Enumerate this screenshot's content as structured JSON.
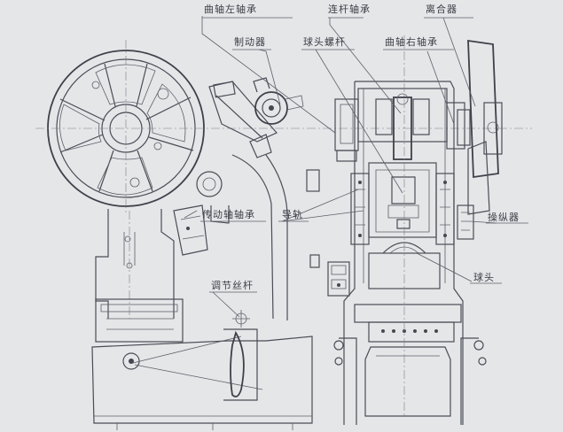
{
  "labels": {
    "crank_left_bearing": "曲轴左轴承",
    "conrod_bearing": "连杆轴承",
    "clutch": "离合器",
    "brake": "制动器",
    "ball_screw": "球头螺杆",
    "crank_right_bearing": "曲轴右轴承",
    "drive_shaft_bearing": "传动轴轴承",
    "guide_rail": "导轨",
    "operator": "操纵器",
    "ball_head": "球头",
    "adjust_screw": "调节丝杆"
  }
}
